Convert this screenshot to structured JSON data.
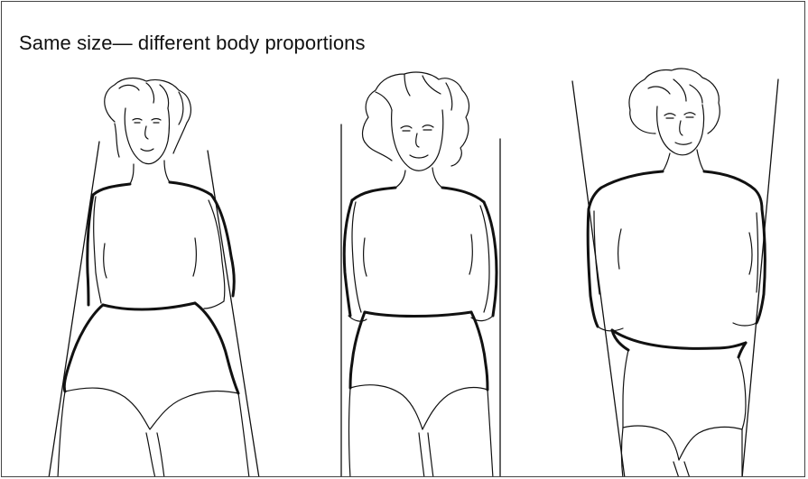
{
  "figure": {
    "title": "Same size— different body proportions",
    "figures": [
      {
        "icon": "pear-shaped-figure-illustration"
      },
      {
        "icon": "balanced-figure-illustration"
      },
      {
        "icon": "inverted-triangle-figure-illustration"
      }
    ],
    "colors": {
      "ink": "#111111",
      "background": "#ffffff",
      "border": "#444444"
    }
  }
}
